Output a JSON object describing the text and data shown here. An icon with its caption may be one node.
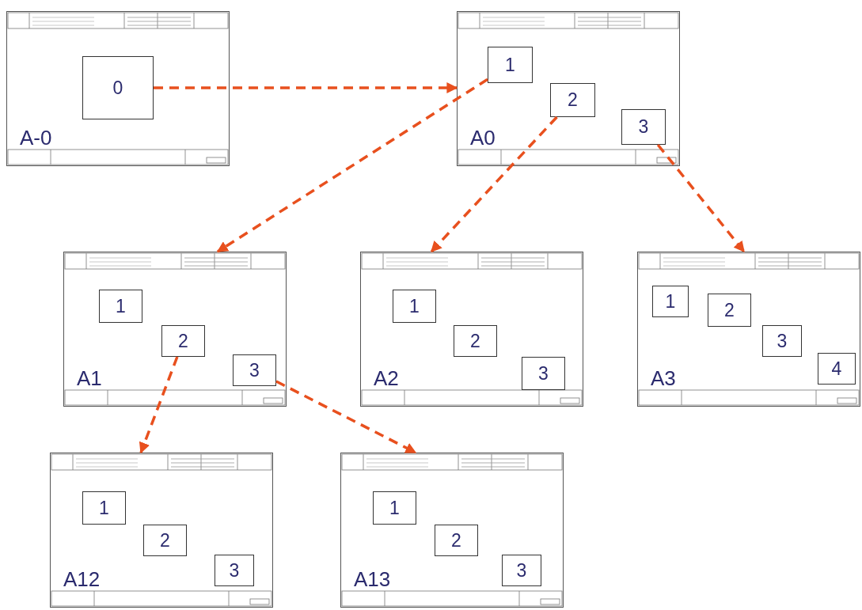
{
  "diagram": {
    "nodes": [
      {
        "text": [
          "A-0"
        ]
      },
      {
        "text": [
          "0"
        ],
        "in": 0
      },
      {
        "text": [
          "A0"
        ]
      },
      {
        "text": [
          "1"
        ],
        "in": 2
      },
      {
        "text": [
          "2"
        ],
        "in": 2
      },
      {
        "text": [
          "3"
        ],
        "in": 2
      },
      {
        "text": [
          "A1"
        ]
      },
      {
        "text": [
          "1"
        ],
        "in": 6
      },
      {
        "text": [
          "2"
        ],
        "in": 6
      },
      {
        "text": [
          "3"
        ],
        "in": 6
      },
      {
        "text": [
          "A2"
        ]
      },
      {
        "text": [
          "1"
        ],
        "in": 10
      },
      {
        "text": [
          "2"
        ],
        "in": 10
      },
      {
        "text": [
          "3"
        ],
        "in": 10
      },
      {
        "text": [
          "A3"
        ]
      },
      {
        "text": [
          "1"
        ],
        "in": 14
      },
      {
        "text": [
          "2"
        ],
        "in": 14
      },
      {
        "text": [
          "3"
        ],
        "in": 14
      },
      {
        "text": [
          "4"
        ],
        "in": 14
      },
      {
        "text": [
          "A12"
        ]
      },
      {
        "text": [
          "1"
        ],
        "in": 19
      },
      {
        "text": [
          "2"
        ],
        "in": 19
      },
      {
        "text": [
          "3"
        ],
        "in": 19
      },
      {
        "text": [
          "A13"
        ]
      },
      {
        "text": [
          "1"
        ],
        "in": 23
      },
      {
        "text": [
          "2"
        ],
        "in": 23
      },
      {
        "text": [
          "3"
        ],
        "in": 23
      }
    ],
    "edges": [
      {
        "from": 1,
        "to": 2,
        "arrow": "to",
        "style": "dashed"
      },
      {
        "from": 3,
        "to": 6,
        "arrow": "to",
        "style": "dashed"
      },
      {
        "from": 4,
        "to": 10,
        "arrow": "to",
        "style": "dashed"
      },
      {
        "from": 5,
        "to": 14,
        "arrow": "to",
        "style": "dashed"
      },
      {
        "from": 8,
        "to": 19,
        "arrow": "to",
        "style": "dashed"
      },
      {
        "from": 9,
        "to": 23,
        "arrow": "to",
        "style": "dashed"
      }
    ]
  }
}
